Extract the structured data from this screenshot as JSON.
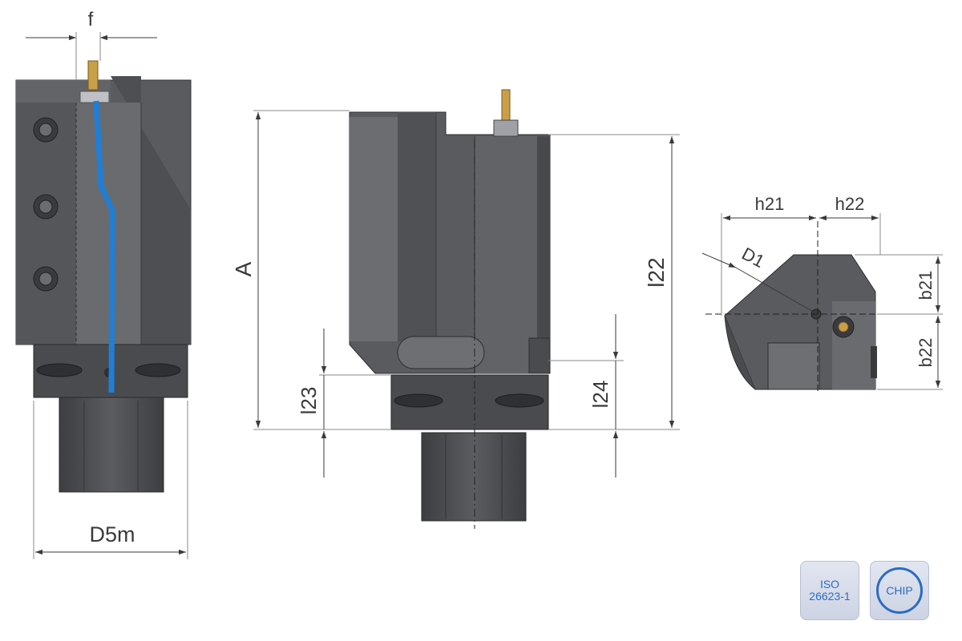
{
  "dimensions": {
    "f": "f",
    "A": "A",
    "l22": "l22",
    "l23": "l23",
    "l24": "l24",
    "D5m": "D5m",
    "h21": "h21",
    "h22": "h22",
    "D1": "D1",
    "b21": "b21",
    "b22": "b22"
  },
  "badges": {
    "iso_line1": "ISO",
    "iso_line2": "26623-1",
    "chip": "CHIP"
  },
  "colors": {
    "body_dark": "#4a4b4f",
    "body_mid": "#5d5e62",
    "body_light": "#7a7b7f",
    "coolant": "#1f7fd6",
    "brass": "#c9a04a",
    "badge_text": "#2b6cc4"
  }
}
